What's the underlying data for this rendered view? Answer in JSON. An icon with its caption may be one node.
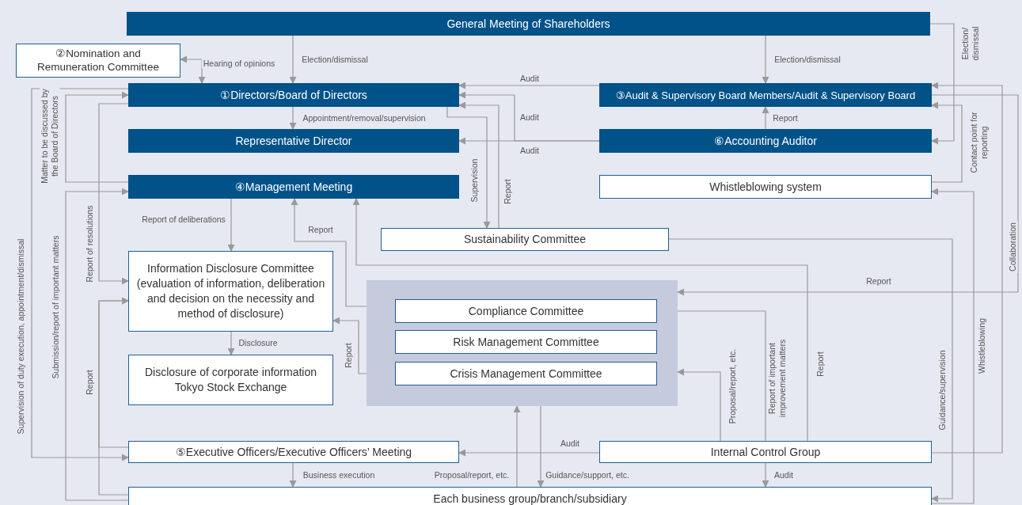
{
  "diagram": {
    "nodes": [
      {
        "text": [
          "General Meeting of Shareholders"
        ]
      },
      {
        "text": [
          "②Nomination and Remuneration Committee"
        ]
      },
      {
        "text": [
          "①Directors/Board of Directors"
        ]
      },
      {
        "text": [
          "③Audit & Supervisory Board Members/Audit & Supervisory Board"
        ]
      },
      {
        "text": [
          "Representative Director"
        ]
      },
      {
        "text": [
          "⑥Accounting Auditor"
        ]
      },
      {
        "text": [
          "④Management Meeting"
        ]
      },
      {
        "text": [
          "Whistleblowing system"
        ]
      },
      {
        "text": [
          "Sustainability Committee"
        ]
      },
      {
        "text": [
          "Information Disclosure Committee (evaluation of information, deliberation and decision on the necessity and method of disclosure)"
        ]
      },
      {
        "text": [
          "Disclosure of corporate information Tokyo Stock Exchange"
        ]
      },
      {
        "text": [],
        "shape": "box"
      },
      {
        "text": [
          "Compliance Committee"
        ],
        "in": 11
      },
      {
        "text": [
          "Risk Management Committee"
        ],
        "in": 11
      },
      {
        "text": [
          "Crisis Management Committee"
        ],
        "in": 11
      },
      {
        "text": [
          "⑤Executive Officers/Executive Officers’ Meeting"
        ]
      },
      {
        "text": [
          "Internal Control Group"
        ]
      },
      {
        "text": [
          "Each business group/branch/subsidiary"
        ]
      }
    ],
    "edges": [
      {
        "from": 0,
        "to": 2,
        "arrow": "to",
        "label": "Election/dismissal"
      },
      {
        "from": 0,
        "to": 3,
        "arrow": "to",
        "label": "Election/dismissal"
      },
      {
        "from": 0,
        "to": 5,
        "arrow": "to",
        "label": "Election/ dismissal"
      },
      {
        "from": 1,
        "to": 2,
        "arrow": "both",
        "label": "Hearing of opinions"
      },
      {
        "from": 2,
        "to": 4,
        "arrow": "to",
        "label": "Appointment/removal/supervision"
      },
      {
        "from": 3,
        "to": 2,
        "arrow": "to",
        "label": "Audit"
      },
      {
        "from": 5,
        "to": 2,
        "arrow": "to",
        "label": "Audit"
      },
      {
        "from": 5,
        "to": 4,
        "arrow": "to",
        "label": "Audit"
      },
      {
        "from": 2,
        "to": 8,
        "arrow": "to",
        "label": "Supervision"
      },
      {
        "from": 8,
        "to": 2,
        "arrow": "to",
        "label": "Report"
      },
      {
        "from": 5,
        "to": 3,
        "arrow": "to",
        "label": "Report"
      },
      {
        "from": 7,
        "to": 3,
        "arrow": "to",
        "label": "Contact point for reporting"
      },
      {
        "from": 16,
        "to": 3,
        "arrow": "to",
        "label": "Collaboration"
      },
      {
        "from": 3,
        "to": 11,
        "arrow": "to",
        "label": "Report"
      },
      {
        "from": 2,
        "to": 15,
        "arrow": "to",
        "label": "Supervision of duty execution, appointment/dismissal"
      },
      {
        "from": 6,
        "to": 2,
        "arrow": "to",
        "label": "Matter to be discussed by the Board of Directors"
      },
      {
        "from": 2,
        "to": 9,
        "arrow": "to",
        "label": "Report of resolutions"
      },
      {
        "from": 17,
        "to": 6,
        "arrow": "to",
        "label": "Submission/report of important matters"
      },
      {
        "from": 15,
        "to": 9,
        "arrow": "to",
        "label": "Report"
      },
      {
        "from": 17,
        "to": 9,
        "arrow": "to"
      },
      {
        "from": 6,
        "to": 9,
        "arrow": "to",
        "label": "Report of deliberations"
      },
      {
        "from": 11,
        "to": 6,
        "arrow": "to",
        "label": "Report"
      },
      {
        "from": 16,
        "to": 6,
        "arrow": "to",
        "label": "Report"
      },
      {
        "from": 14,
        "to": 9,
        "arrow": "to",
        "label": "Report"
      },
      {
        "from": 9,
        "to": 10,
        "arrow": "to",
        "label": "Disclosure"
      },
      {
        "from": 16,
        "to": 12,
        "arrow": "to",
        "label": "Report of important improvement matters"
      },
      {
        "from": 16,
        "to": 11,
        "arrow": "to",
        "label": "Proposal/report, etc."
      },
      {
        "from": 16,
        "to": 15,
        "arrow": "to",
        "label": "Audit"
      },
      {
        "from": 16,
        "to": 17,
        "arrow": "to",
        "label": "Audit"
      },
      {
        "from": 15,
        "to": 17,
        "arrow": "to",
        "label": "Business execution"
      },
      {
        "from": 17,
        "to": 11,
        "arrow": "to",
        "label": "Proposal/report, etc."
      },
      {
        "from": 11,
        "to": 17,
        "arrow": "to",
        "label": "Guidance/support, etc."
      },
      {
        "from": 8,
        "to": 17,
        "arrow": "to",
        "label": "Guidance/supervision"
      },
      {
        "from": 17,
        "to": 7,
        "arrow": "to",
        "label": "Whistleblowing"
      }
    ]
  }
}
